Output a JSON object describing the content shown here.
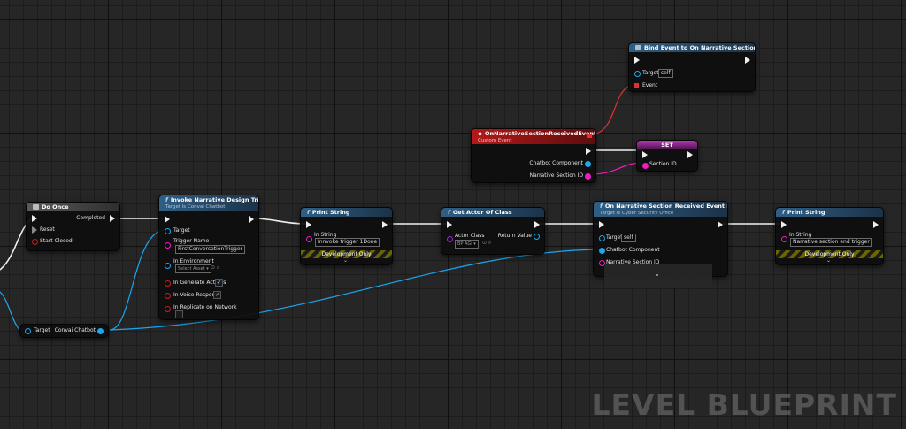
{
  "nodes": {
    "do_once": {
      "title": "Do Once",
      "pins": {
        "completed": "Completed",
        "reset": "Reset",
        "start_closed": "Start Closed"
      }
    },
    "invoke": {
      "title": "Invoke Narrative Design Trigger",
      "subtitle": "Target is Convai Chatbot",
      "pins": {
        "target": "Target",
        "trigger_name": "Trigger Name",
        "trigger_value": "FirstConversationTrigger",
        "in_environment": "In Environment",
        "select_asset": "Select Asset",
        "in_generate_actions": "In Generate Actions",
        "in_voice_response": "In Voice Response",
        "in_replicate": "In Replicate on Network"
      }
    },
    "print1": {
      "title": "Print String",
      "in_string_label": "In String",
      "in_string_value": "Innvoke trigger 1Done",
      "dev": "Development Only"
    },
    "get_actor": {
      "title": "Get Actor Of Class",
      "actor_class": "Actor Class",
      "actor_value": "BP AGi",
      "return_value": "Return Value"
    },
    "custom_event": {
      "title": "OnNarrativeSectionReceivedEvent_EndEvent",
      "subtitle": "Custom Event",
      "pins": {
        "chatbot_component": "Chatbot Component",
        "narrative_section_id": "Narrative Section ID"
      }
    },
    "bind_event": {
      "title": "Bind Event to On Narrative Section Received",
      "target": "Target",
      "self": "self",
      "event": "Event"
    },
    "set": {
      "title": "SET",
      "section_id": "Section ID"
    },
    "on_narrative": {
      "title": "On Narrative Section Received Event End Event",
      "subtitle": "Target is Cyber Security Office",
      "target": "Target",
      "self": "self",
      "chatbot_component": "Chatbot Component",
      "narrative_section_id": "Narrative Section ID"
    },
    "print2": {
      "title": "Print String",
      "in_string_label": "In String",
      "in_string_value": "Narrative section end trigger",
      "dev": "Development Only"
    },
    "convai_var": {
      "target": "Target",
      "label": "Convai Chatbot"
    }
  },
  "watermark": "LEVEL BLUEPRINT",
  "colors": {
    "exec": "#ffffff",
    "object": "#1aa7ef",
    "string": "#f01cc3",
    "delegate": "#e03030",
    "bool": "#c42020"
  }
}
